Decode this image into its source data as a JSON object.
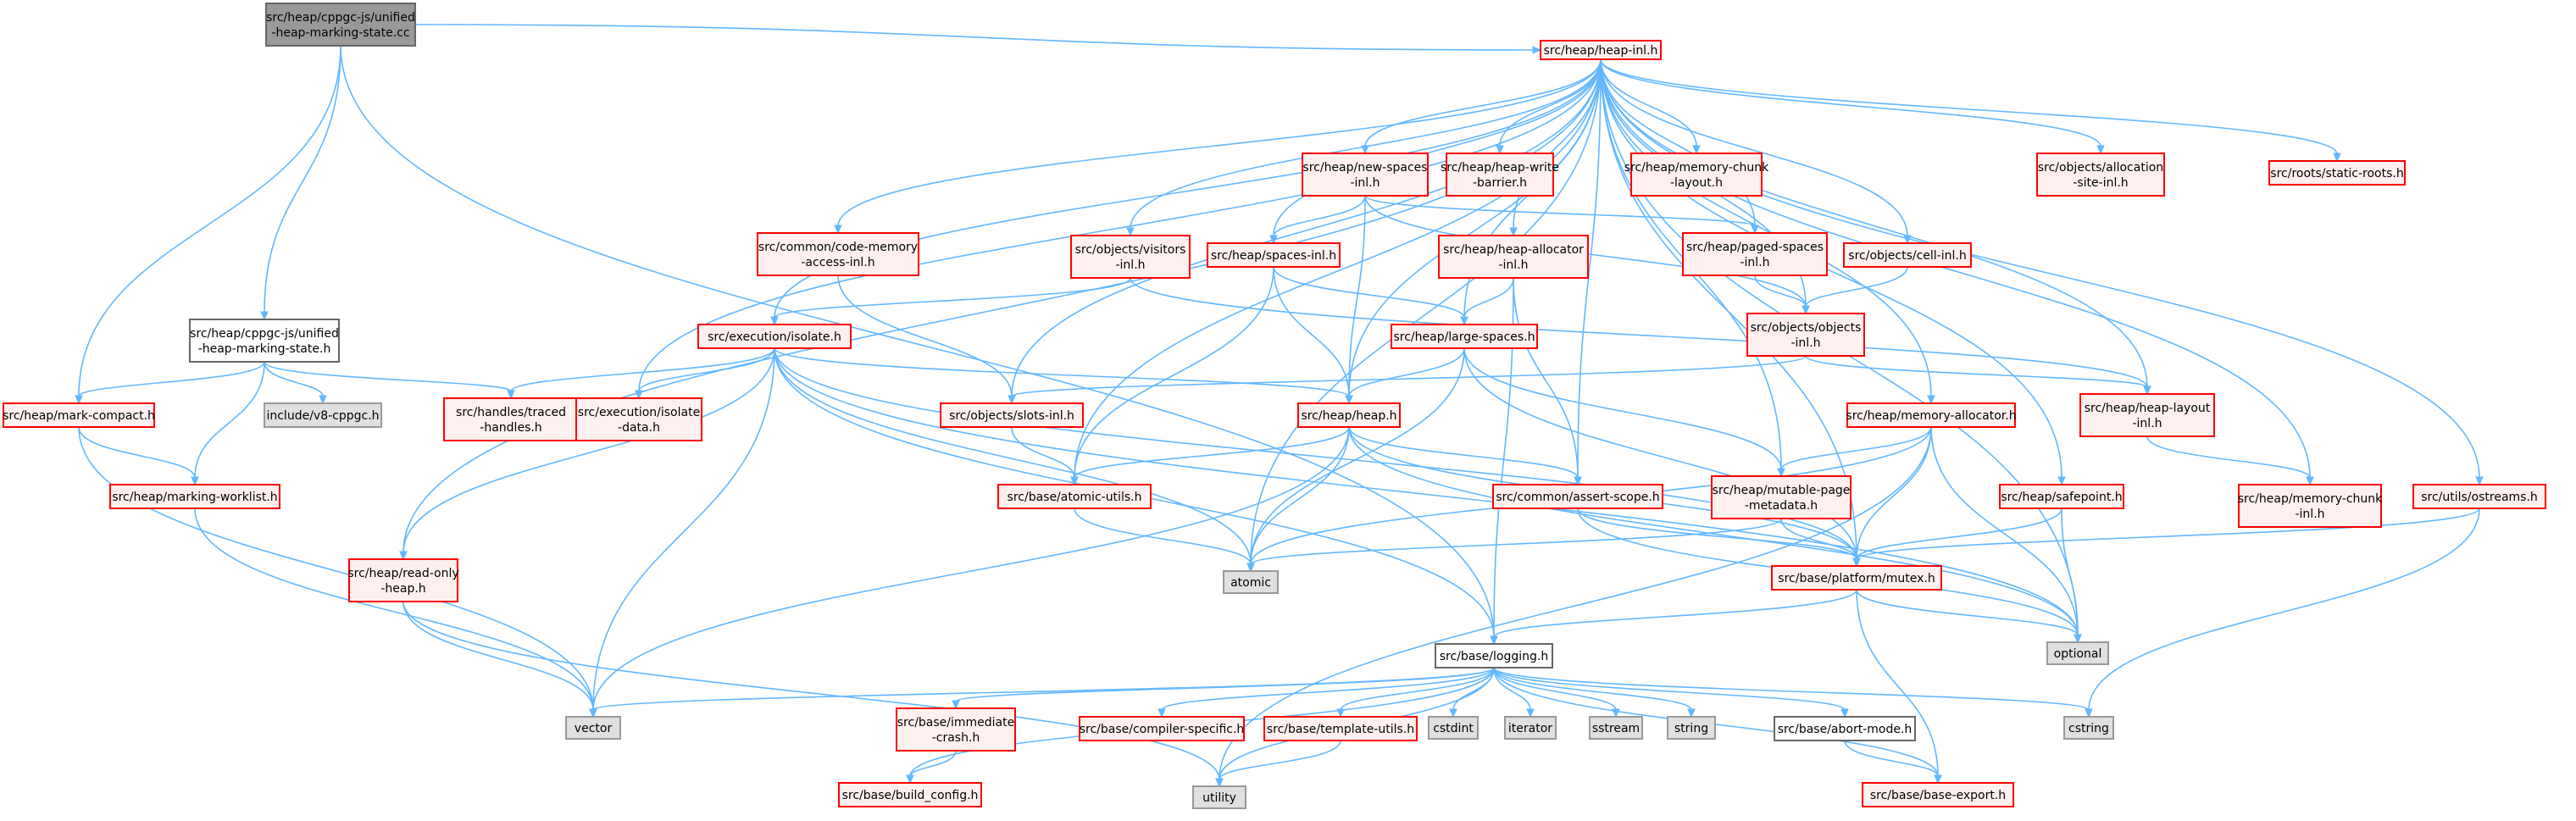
{
  "colors": {
    "root_fill": "#999999",
    "root_stroke": "#666666",
    "plain_fill": "#ffffff",
    "plain_stroke": "#666666",
    "red_fill": "#fff0f0",
    "red_stroke": "#ff0000",
    "gray_fill": "#e0e0e0",
    "gray_stroke": "#999999",
    "edge": "#63b8ff"
  },
  "nodes": [
    {
      "id": "root",
      "kind": "root",
      "lines": [
        "src/heap/cppgc-js/unified",
        "-heap-marking-state.cc"
      ]
    },
    {
      "id": "heapinl",
      "kind": "red",
      "lines": [
        "src/heap/heap-inl.h"
      ]
    },
    {
      "id": "newspaces",
      "kind": "red",
      "lines": [
        "src/heap/new-spaces",
        "-inl.h"
      ]
    },
    {
      "id": "heapwrite",
      "kind": "red",
      "lines": [
        "src/heap/heap-write",
        "-barrier.h"
      ]
    },
    {
      "id": "memchunklayout",
      "kind": "red",
      "lines": [
        "src/heap/memory-chunk",
        "-layout.h"
      ]
    },
    {
      "id": "allocsite",
      "kind": "red",
      "lines": [
        "src/objects/allocation",
        "-site-inl.h"
      ]
    },
    {
      "id": "staticroots",
      "kind": "red",
      "lines": [
        "src/roots/static-roots.h"
      ]
    },
    {
      "id": "codemem",
      "kind": "red",
      "lines": [
        "src/common/code-memory",
        "-access-inl.h"
      ]
    },
    {
      "id": "visitors",
      "kind": "red",
      "lines": [
        "src/objects/visitors",
        "-inl.h"
      ]
    },
    {
      "id": "spacesinl",
      "kind": "red",
      "lines": [
        "src/heap/spaces-inl.h"
      ]
    },
    {
      "id": "heapalloc",
      "kind": "red",
      "lines": [
        "src/heap/heap-allocator",
        "-inl.h"
      ]
    },
    {
      "id": "pagedspaces",
      "kind": "red",
      "lines": [
        "src/heap/paged-spaces",
        "-inl.h"
      ]
    },
    {
      "id": "cellinl",
      "kind": "red",
      "lines": [
        "src/objects/cell-inl.h"
      ]
    },
    {
      "id": "unifiedh",
      "kind": "plain",
      "lines": [
        "src/heap/cppgc-js/unified",
        "-heap-marking-state.h"
      ]
    },
    {
      "id": "isolate",
      "kind": "red",
      "lines": [
        "src/execution/isolate.h"
      ]
    },
    {
      "id": "largespaces",
      "kind": "red",
      "lines": [
        "src/heap/large-spaces.h"
      ]
    },
    {
      "id": "objectsinl",
      "kind": "red",
      "lines": [
        "src/objects/objects",
        "-inl.h"
      ]
    },
    {
      "id": "markcompact",
      "kind": "red",
      "lines": [
        "src/heap/mark-compact.h"
      ]
    },
    {
      "id": "v8cppgc",
      "kind": "gray",
      "lines": [
        "include/v8-cppgc.h"
      ]
    },
    {
      "id": "tracedhandles",
      "kind": "red",
      "lines": [
        "src/handles/traced",
        "-handles.h"
      ]
    },
    {
      "id": "isolatedata",
      "kind": "red",
      "lines": [
        "src/execution/isolate",
        "-data.h"
      ]
    },
    {
      "id": "slotsinl",
      "kind": "red",
      "lines": [
        "src/objects/slots-inl.h"
      ]
    },
    {
      "id": "heaph",
      "kind": "red",
      "lines": [
        "src/heap/heap.h"
      ]
    },
    {
      "id": "memalloc",
      "kind": "red",
      "lines": [
        "src/heap/memory-allocator.h"
      ]
    },
    {
      "id": "heaplayout",
      "kind": "red",
      "lines": [
        "src/heap/heap-layout",
        "-inl.h"
      ]
    },
    {
      "id": "markingworklist",
      "kind": "red",
      "lines": [
        "src/heap/marking-worklist.h"
      ]
    },
    {
      "id": "atomicutils",
      "kind": "red",
      "lines": [
        "src/base/atomic-utils.h"
      ]
    },
    {
      "id": "assertscope",
      "kind": "red",
      "lines": [
        "src/common/assert-scope.h"
      ]
    },
    {
      "id": "mutablepage",
      "kind": "red",
      "lines": [
        "src/heap/mutable-page",
        "-metadata.h"
      ]
    },
    {
      "id": "safepoint",
      "kind": "red",
      "lines": [
        "src/heap/safepoint.h"
      ]
    },
    {
      "id": "memchunkinl",
      "kind": "red",
      "lines": [
        "src/heap/memory-chunk",
        "-inl.h"
      ]
    },
    {
      "id": "ostreams",
      "kind": "red",
      "lines": [
        "src/utils/ostreams.h"
      ]
    },
    {
      "id": "readonly",
      "kind": "red",
      "lines": [
        "src/heap/read-only",
        "-heap.h"
      ]
    },
    {
      "id": "atomic",
      "kind": "gray",
      "lines": [
        "atomic"
      ]
    },
    {
      "id": "mutex",
      "kind": "red",
      "lines": [
        "src/base/platform/mutex.h"
      ]
    },
    {
      "id": "optional",
      "kind": "gray",
      "lines": [
        "optional"
      ]
    },
    {
      "id": "logging",
      "kind": "plain",
      "lines": [
        "src/base/logging.h"
      ]
    },
    {
      "id": "vector",
      "kind": "gray",
      "lines": [
        "vector"
      ]
    },
    {
      "id": "immcrash",
      "kind": "red",
      "lines": [
        "src/base/immediate",
        "-crash.h"
      ]
    },
    {
      "id": "compspec",
      "kind": "red",
      "lines": [
        "src/base/compiler-specific.h"
      ]
    },
    {
      "id": "templutils",
      "kind": "red",
      "lines": [
        "src/base/template-utils.h"
      ]
    },
    {
      "id": "cstdint",
      "kind": "gray",
      "lines": [
        "cstdint"
      ]
    },
    {
      "id": "iterator",
      "kind": "gray",
      "lines": [
        "iterator"
      ]
    },
    {
      "id": "sstream",
      "kind": "gray",
      "lines": [
        "sstream"
      ]
    },
    {
      "id": "string",
      "kind": "gray",
      "lines": [
        "string"
      ]
    },
    {
      "id": "abortmode",
      "kind": "plain",
      "lines": [
        "src/base/abort-mode.h"
      ]
    },
    {
      "id": "cstring",
      "kind": "gray",
      "lines": [
        "cstring"
      ]
    },
    {
      "id": "buildconfig",
      "kind": "red",
      "lines": [
        "src/base/build_config.h"
      ]
    },
    {
      "id": "utility",
      "kind": "gray",
      "lines": [
        "utility"
      ]
    },
    {
      "id": "baseexport",
      "kind": "red",
      "lines": [
        "src/base/base-export.h"
      ]
    }
  ],
  "edges": [
    [
      "root",
      "heapinl"
    ],
    [
      "root",
      "unifiedh"
    ],
    [
      "root",
      "markcompact"
    ],
    [
      "root",
      "logging"
    ],
    [
      "heapinl",
      "newspaces"
    ],
    [
      "heapinl",
      "heapwrite"
    ],
    [
      "heapinl",
      "memchunklayout"
    ],
    [
      "heapinl",
      "allocsite"
    ],
    [
      "heapinl",
      "staticroots"
    ],
    [
      "heapinl",
      "codemem"
    ],
    [
      "heapinl",
      "visitors"
    ],
    [
      "heapinl",
      "spacesinl"
    ],
    [
      "heapinl",
      "heapalloc"
    ],
    [
      "heapinl",
      "pagedspaces"
    ],
    [
      "heapinl",
      "cellinl"
    ],
    [
      "heapinl",
      "isolate"
    ],
    [
      "heapinl",
      "largespaces"
    ],
    [
      "heapinl",
      "objectsinl"
    ],
    [
      "heapinl",
      "isolatedata"
    ],
    [
      "heapinl",
      "slotsinl"
    ],
    [
      "heapinl",
      "heaph"
    ],
    [
      "heapinl",
      "memalloc"
    ],
    [
      "heapinl",
      "heaplayout"
    ],
    [
      "heapinl",
      "atomicutils"
    ],
    [
      "heapinl",
      "assertscope"
    ],
    [
      "heapinl",
      "mutablepage"
    ],
    [
      "heapinl",
      "safepoint"
    ],
    [
      "heapinl",
      "memchunkinl"
    ],
    [
      "heapinl",
      "ostreams"
    ],
    [
      "heapinl",
      "readonly"
    ],
    [
      "heapinl",
      "atomic"
    ],
    [
      "heapinl",
      "mutex"
    ],
    [
      "heapinl",
      "optional"
    ],
    [
      "newspaces",
      "spacesinl"
    ],
    [
      "newspaces",
      "pagedspaces"
    ],
    [
      "newspaces",
      "heaph"
    ],
    [
      "newspaces",
      "objectsinl"
    ],
    [
      "codemem",
      "slotsinl"
    ],
    [
      "visitors",
      "isolate"
    ],
    [
      "visitors",
      "heaplayout"
    ],
    [
      "spacesinl",
      "largespaces"
    ],
    [
      "spacesinl",
      "heaph"
    ],
    [
      "spacesinl",
      "atomicutils"
    ],
    [
      "heapalloc",
      "largespaces"
    ],
    [
      "heapalloc",
      "assertscope"
    ],
    [
      "heapalloc",
      "logging"
    ],
    [
      "pagedspaces",
      "objectsinl"
    ],
    [
      "cellinl",
      "objectsinl"
    ],
    [
      "unifiedh",
      "markcompact"
    ],
    [
      "unifiedh",
      "v8cppgc"
    ],
    [
      "unifiedh",
      "tracedhandles"
    ],
    [
      "unifiedh",
      "markingworklist"
    ],
    [
      "isolate",
      "tracedhandles"
    ],
    [
      "isolate",
      "isolatedata"
    ],
    [
      "isolate",
      "heaph"
    ],
    [
      "isolate",
      "readonly"
    ],
    [
      "isolate",
      "atomic"
    ],
    [
      "isolate",
      "mutex"
    ],
    [
      "isolate",
      "vector"
    ],
    [
      "isolate",
      "logging"
    ],
    [
      "isolate",
      "optional"
    ],
    [
      "largespaces",
      "heaph"
    ],
    [
      "largespaces",
      "mutablepage"
    ],
    [
      "largespaces",
      "atomic"
    ],
    [
      "largespaces",
      "mutex"
    ],
    [
      "objectsinl",
      "slotsinl"
    ],
    [
      "objectsinl",
      "heaplayout"
    ],
    [
      "markcompact",
      "markingworklist"
    ],
    [
      "markcompact",
      "vector"
    ],
    [
      "slotsinl",
      "atomicutils"
    ],
    [
      "heaph",
      "atomicutils"
    ],
    [
      "heaph",
      "assertscope"
    ],
    [
      "heaph",
      "atomic"
    ],
    [
      "heaph",
      "mutex"
    ],
    [
      "heaph",
      "vector"
    ],
    [
      "heaph",
      "optional"
    ],
    [
      "memalloc",
      "mutablepage"
    ],
    [
      "memalloc",
      "atomic"
    ],
    [
      "memalloc",
      "mutex"
    ],
    [
      "memalloc",
      "optional"
    ],
    [
      "memalloc",
      "utility"
    ],
    [
      "heaplayout",
      "memchunkinl"
    ],
    [
      "markingworklist",
      "vector"
    ],
    [
      "atomicutils",
      "atomic"
    ],
    [
      "assertscope",
      "mutex"
    ],
    [
      "assertscope",
      "optional"
    ],
    [
      "mutablepage",
      "mutex"
    ],
    [
      "mutablepage",
      "atomic"
    ],
    [
      "safepoint",
      "mutex"
    ],
    [
      "safepoint",
      "optional"
    ],
    [
      "ostreams",
      "mutex"
    ],
    [
      "ostreams",
      "cstring"
    ],
    [
      "readonly",
      "vector"
    ],
    [
      "readonly",
      "utility"
    ],
    [
      "mutex",
      "logging"
    ],
    [
      "mutex",
      "optional"
    ],
    [
      "mutex",
      "baseexport"
    ],
    [
      "logging",
      "vector"
    ],
    [
      "logging",
      "immcrash"
    ],
    [
      "logging",
      "compspec"
    ],
    [
      "logging",
      "templutils"
    ],
    [
      "logging",
      "cstdint"
    ],
    [
      "logging",
      "iterator"
    ],
    [
      "logging",
      "sstream"
    ],
    [
      "logging",
      "string"
    ],
    [
      "logging",
      "abortmode"
    ],
    [
      "logging",
      "cstring"
    ],
    [
      "logging",
      "buildconfig"
    ],
    [
      "logging",
      "utility"
    ],
    [
      "logging",
      "baseexport"
    ],
    [
      "immcrash",
      "buildconfig"
    ],
    [
      "templutils",
      "utility"
    ],
    [
      "abortmode",
      "baseexport"
    ]
  ]
}
